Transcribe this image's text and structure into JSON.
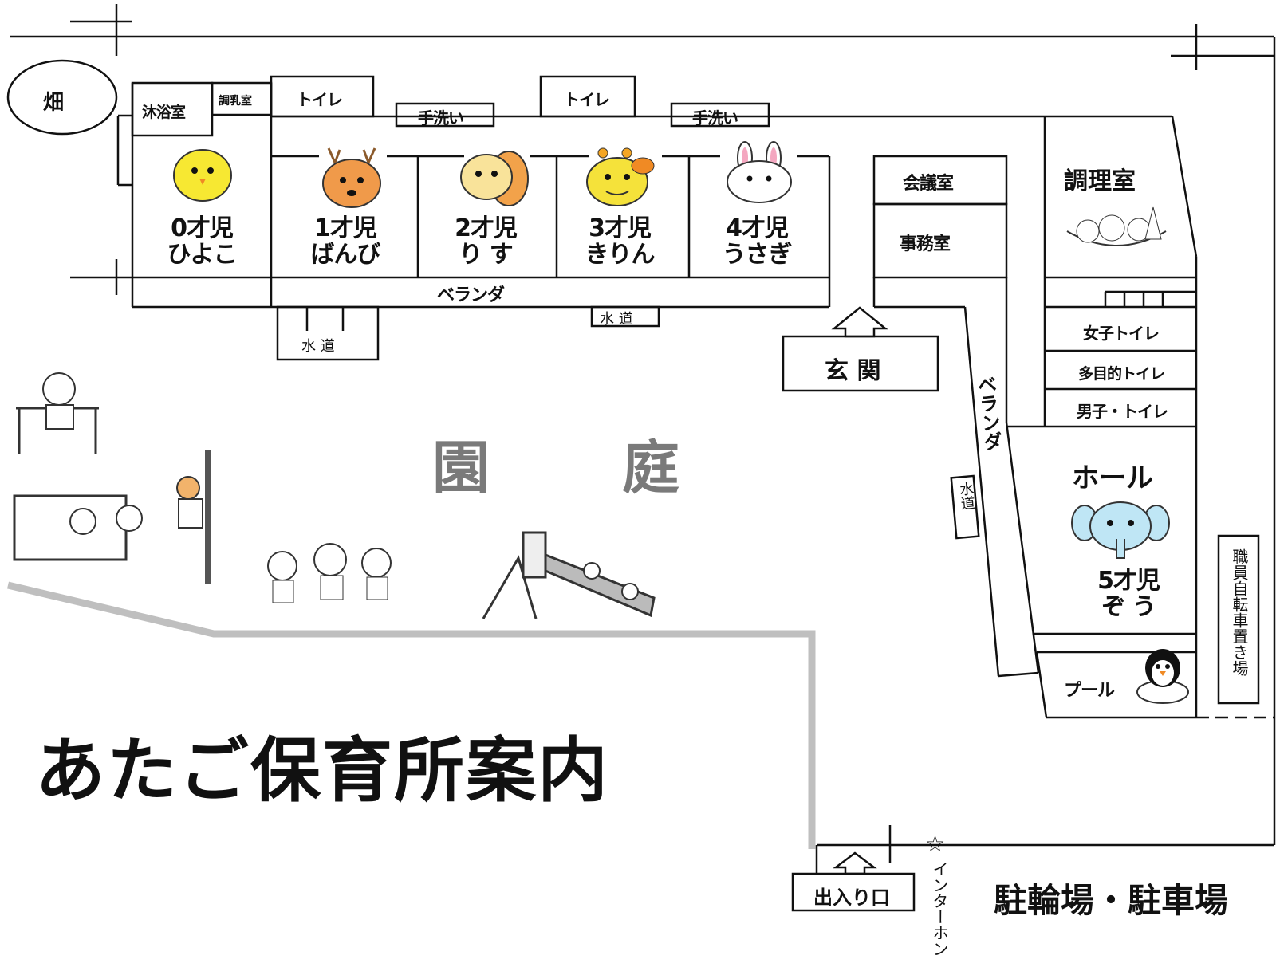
{
  "title": "あたご保育所案内",
  "garden": {
    "char1": "園",
    "char2": "庭"
  },
  "parking_label": "駐輪場・駐車場",
  "entrance_gate": "出入り口",
  "intercom": "☆インターホン",
  "intercom_star": "☆",
  "intercom_text": "インターホン",
  "field": "畑",
  "rooms": {
    "bath": "沐浴室",
    "nursing": "調乳室",
    "toilet1": "トイレ",
    "toilet2": "トイレ",
    "handwash1": "手洗い",
    "handwash2": "手洗い",
    "meeting": "会議室",
    "office": "事務室",
    "kitchen": "調理室",
    "girls_toilet": "女子トイレ",
    "multi_toilet": "多目的トイレ",
    "boys_toilet": "男子・トイレ",
    "hall": "ホール",
    "pool": "プール",
    "entrance": "玄 関",
    "bike_staff": "職員自転車置き場"
  },
  "veranda_top": "ベランダ",
  "veranda_side": "ベランダ",
  "water1": "水 道",
  "water2": "水 道",
  "water3": "水道",
  "classes": [
    {
      "age": "0才児",
      "name": "ひよこ",
      "icon": "chick-icon",
      "color": "#f7e832"
    },
    {
      "age": "1才児",
      "name": "ばんび",
      "icon": "deer-icon",
      "color": "#f09a4a"
    },
    {
      "age": "2才児",
      "name": "り す",
      "icon": "squirrel-icon",
      "color": "#f9e39a"
    },
    {
      "age": "3才児",
      "name": "きりん",
      "icon": "giraffe-icon",
      "color": "#f5e23a"
    },
    {
      "age": "4才児",
      "name": "うさぎ",
      "icon": "rabbit-icon",
      "color": "#ffffff"
    }
  ],
  "hall_class": {
    "age": "5才児",
    "name": "ぞ う",
    "icon": "elephant-icon",
    "color": "#bfe6f5"
  }
}
